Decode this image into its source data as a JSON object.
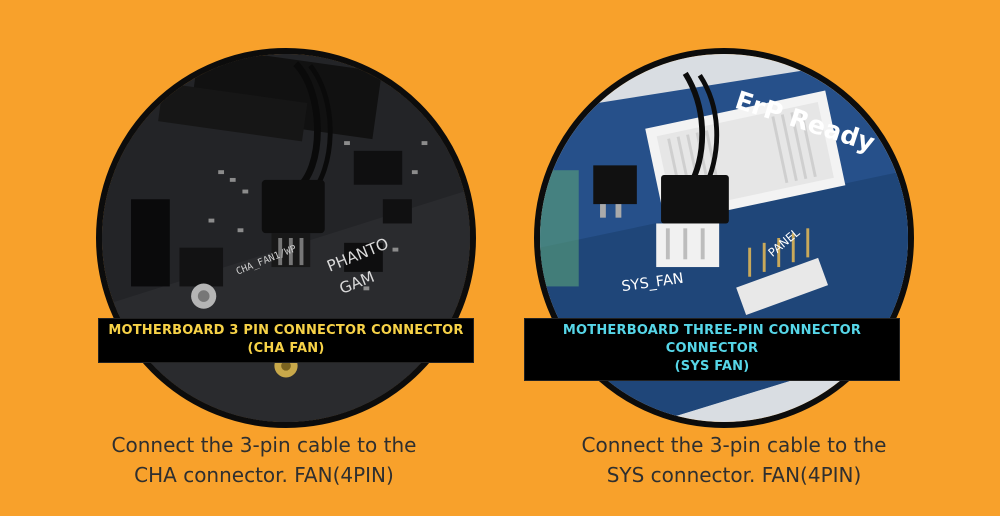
{
  "panels": [
    {
      "label_line1": "MOTHERBOARD 3 PIN CONNECTOR CONNECTOR",
      "label_line2": "(CHA FAN)",
      "board_text_1": "CHA_FAN1/WP",
      "board_text_2": "PHANTO",
      "board_text_3": "GAM",
      "caption_line1": "Connect the 3-pin cable to the",
      "caption_line2": "CHA connector. FAN(4PIN)"
    },
    {
      "label_line1": "MOTHERBOARD THREE-PIN CONNECTOR CONNECTOR",
      "label_line2": "(SYS FAN)",
      "board_text_1": "SYS_FAN",
      "board_text_2": "ErP Ready",
      "board_text_3": "PANEL",
      "caption_line1": "Connect the 3-pin cable to the",
      "caption_line2": "SYS connector. FAN(4PIN)"
    }
  ],
  "colors": {
    "background": "#F8A12B",
    "left_label": "#F7D247",
    "right_label": "#56D6E8"
  }
}
